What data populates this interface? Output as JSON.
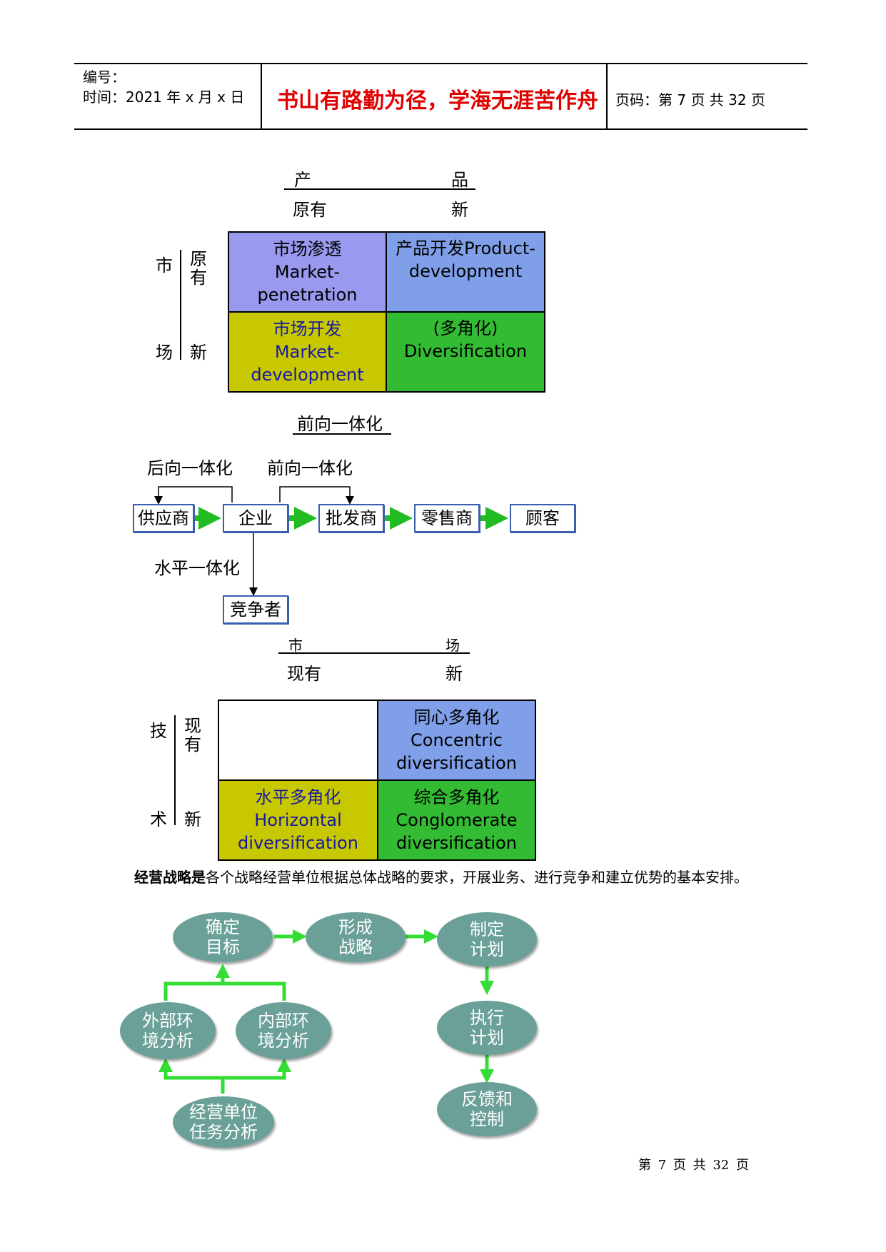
{
  "header": {
    "number_label": "编号：",
    "time_label": "时间：2021 年 x 月 x 日",
    "motto": "书山有路勤为径，学海无涯苦作舟",
    "page_label": "页码：第 7 页  共 32 页"
  },
  "matrix1": {
    "col_header_left": "产",
    "col_header_right": "品",
    "col_sub_left": "原有",
    "col_sub_right": "新",
    "row_header_top": "市",
    "row_header_bottom": "场",
    "row_sub_top": "原有",
    "row_sub_bottom": "新",
    "cells": [
      {
        "zh": "市场渗透",
        "en1": "Market-",
        "en2": "penetration",
        "color": "#9999f0"
      },
      {
        "zh": "产品开发Product-",
        "en1": "development",
        "en2": "",
        "color": "#7f9fe8"
      },
      {
        "zh": "市场开发",
        "en1": "Market-",
        "en2": "development",
        "color": "#c8c800"
      },
      {
        "zh": "(多角化)",
        "en1": "Diversification",
        "en2": "",
        "color": "#33bb33"
      }
    ]
  },
  "chain": {
    "title": "前向一体化",
    "backward": "后向一体化",
    "forward": "前向一体化",
    "horizontal": "水平一体化",
    "nodes": [
      "供应商",
      "企业",
      "批发商",
      "零售商",
      "顾客"
    ],
    "competitor": "竞争者"
  },
  "matrix2": {
    "col_header_left": "市",
    "col_header_right": "场",
    "col_sub_left": "现有",
    "col_sub_right": "新",
    "row_header_top": "技",
    "row_header_bottom": "术",
    "row_sub_top": "现有",
    "row_sub_bottom": "新",
    "cells": [
      {
        "zh": "",
        "en1": "",
        "en2": "",
        "color": "#ffffff"
      },
      {
        "zh": "同心多角化",
        "en1": "Concentric",
        "en2": "diversification",
        "color": "#7f9fe8"
      },
      {
        "zh": "水平多角化",
        "en1": "Horizontal",
        "en2": "diversification",
        "color": "#c8c800"
      },
      {
        "zh": "综合多角化",
        "en1": "Conglomerate",
        "en2": "diversification",
        "color": "#33bb33"
      }
    ]
  },
  "paragraph": {
    "bold": "经营战略是",
    "rest": "各个战略经营单位根据总体战略的要求，开展业务、进行竞争和建立优势的基本安排。"
  },
  "flow": {
    "goal": [
      "确定",
      "目标"
    ],
    "strategy": [
      "形成",
      "战略"
    ],
    "plan": [
      "制定",
      "计划"
    ],
    "execute": [
      "执行",
      "计划"
    ],
    "feedback": [
      "反馈和",
      "控制"
    ],
    "external": [
      "外部环",
      "境分析"
    ],
    "internal": [
      "内部环",
      "境分析"
    ],
    "mission": [
      "经营单位",
      "任务分析"
    ]
  },
  "footer": "第 7 页 共 32 页"
}
